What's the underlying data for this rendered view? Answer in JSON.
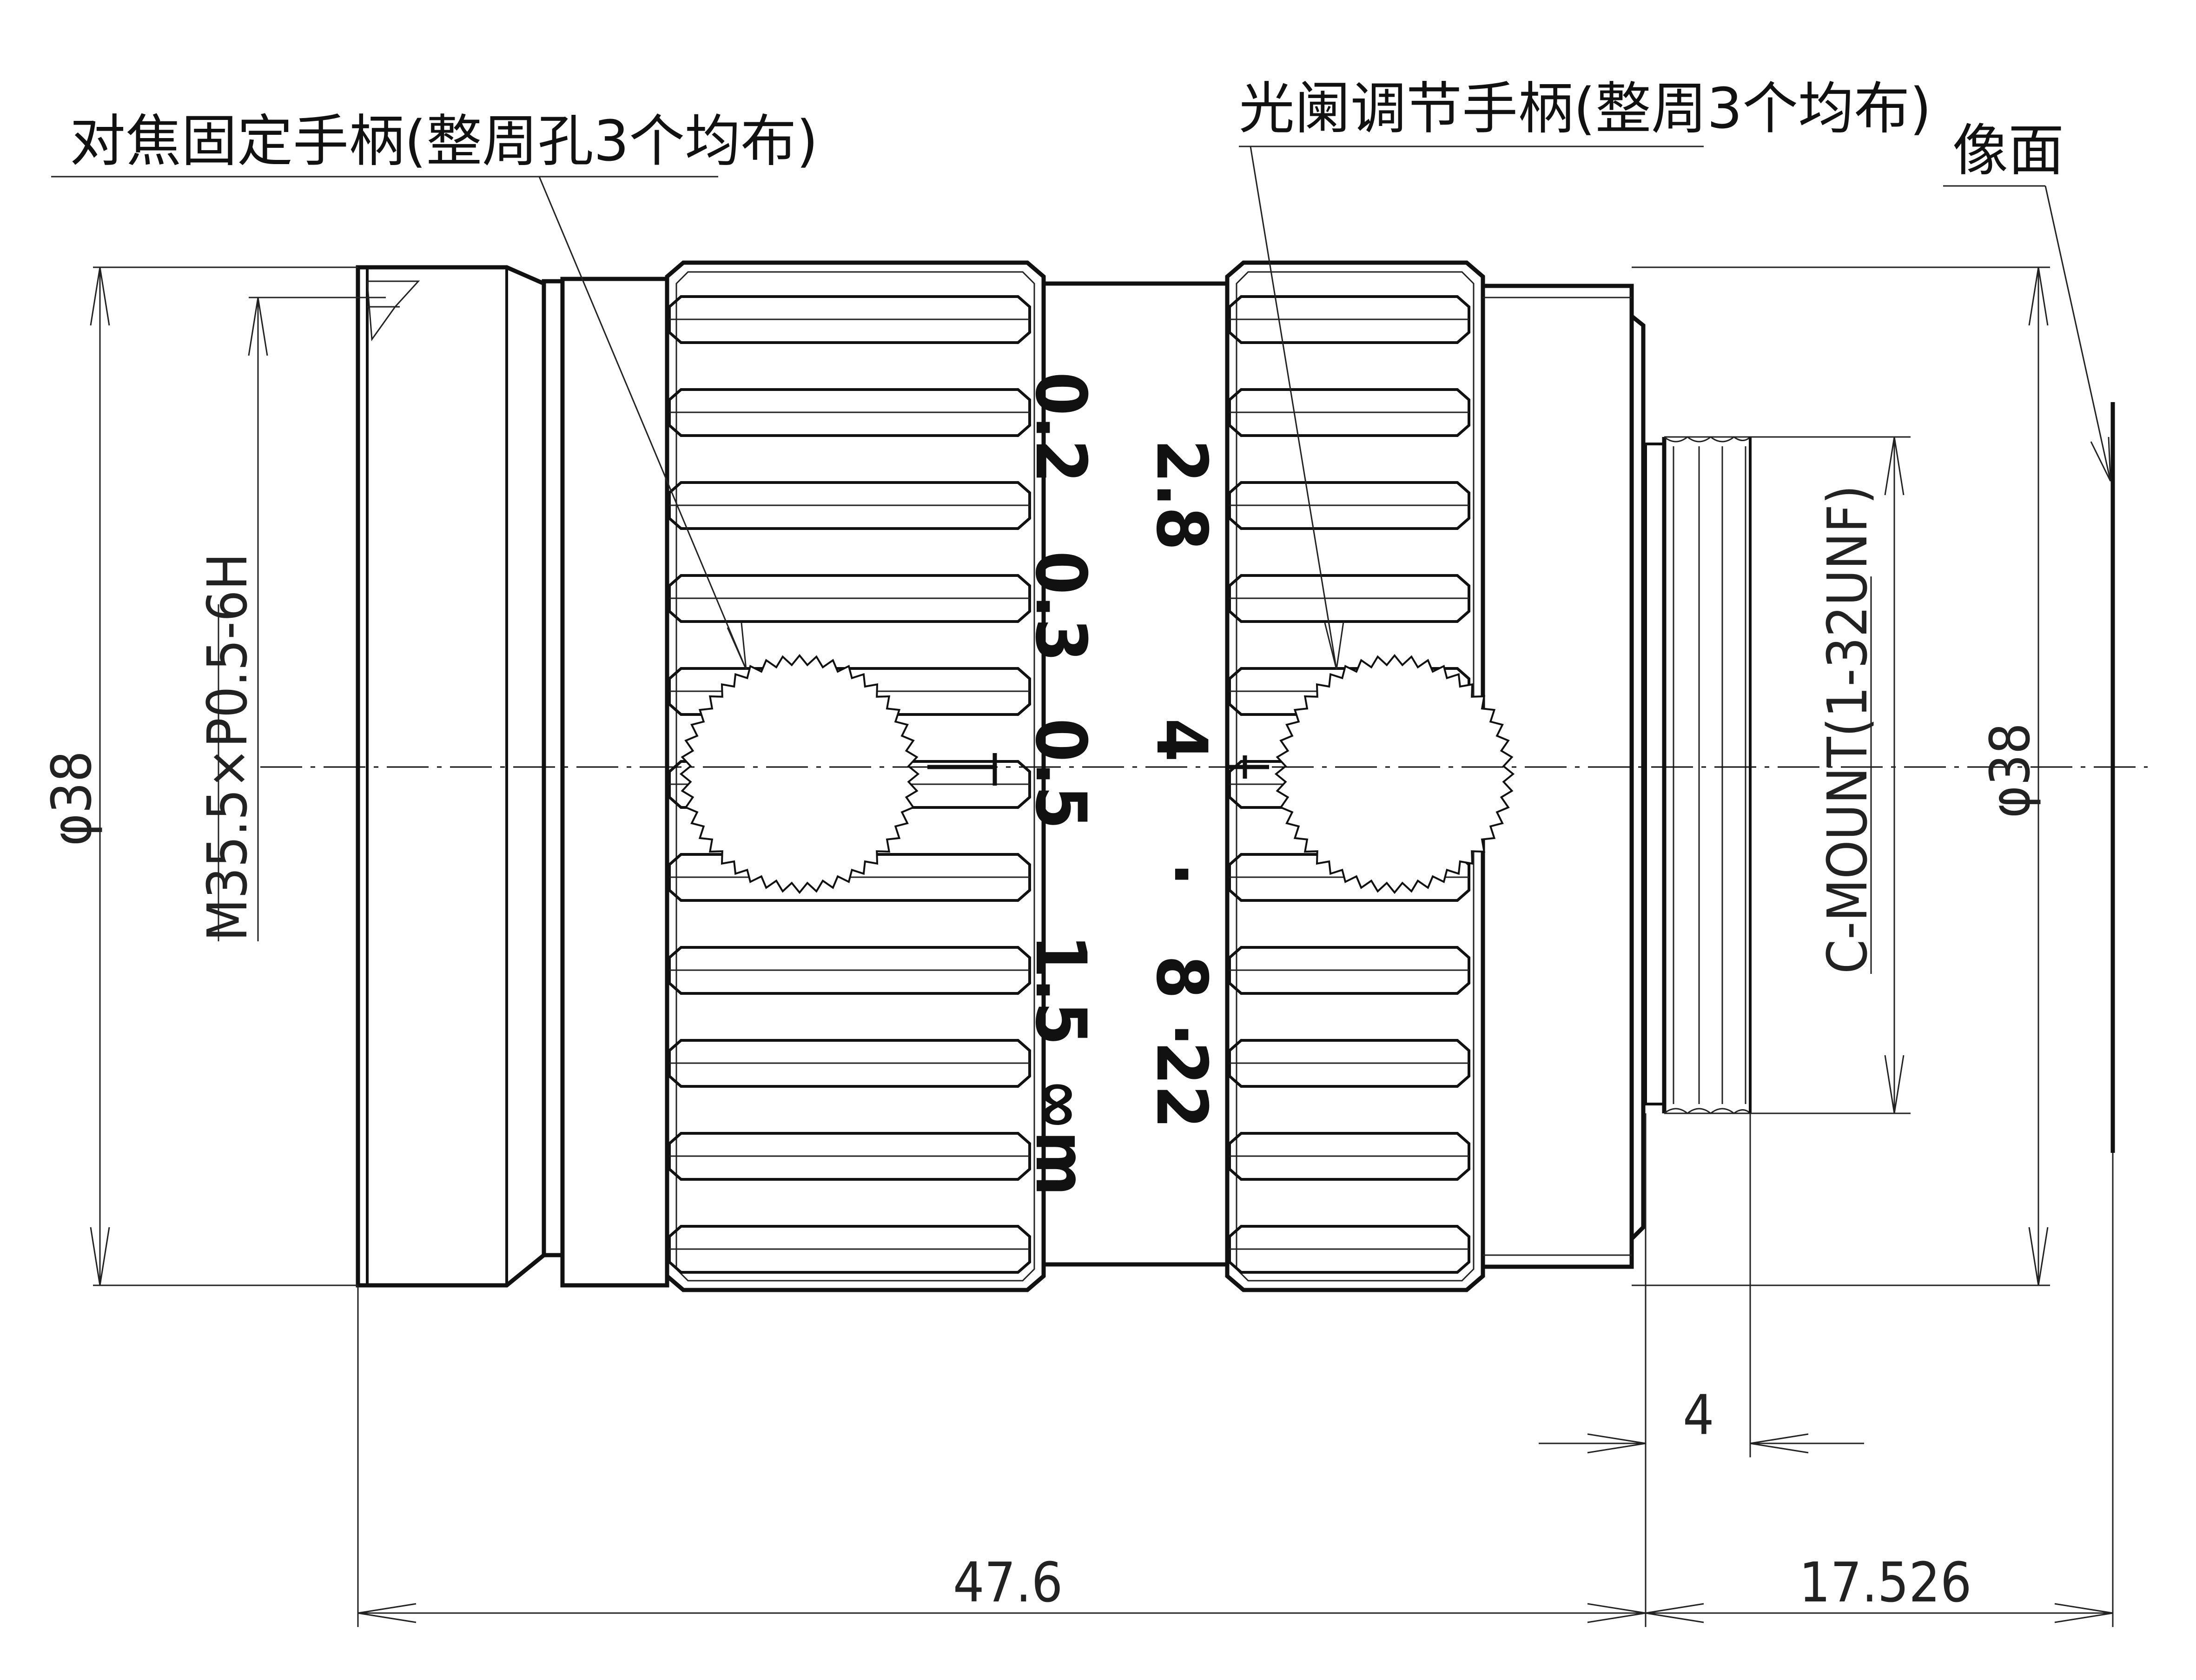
{
  "callouts": {
    "focus_handle": "对焦固定手柄(整周孔3个均布)",
    "iris_handle": "光阑调节手柄(整周3个均布)",
    "image_plane": "像面"
  },
  "dimensions": {
    "left_diameter": "φ38",
    "filter_thread": "M35.5×P0.5-6H",
    "mount_thread": "C-MOUNT(1-32UNF)",
    "right_diameter": "φ38",
    "thread_length": "4",
    "overall_length": "47.6",
    "flange_distance": "17.526"
  },
  "focus_scale": [
    "0.2",
    "0.3",
    "0.5",
    "1.5",
    "∞m"
  ],
  "iris_scale": [
    "2.8",
    "4",
    "·",
    "8",
    "·",
    "22"
  ]
}
